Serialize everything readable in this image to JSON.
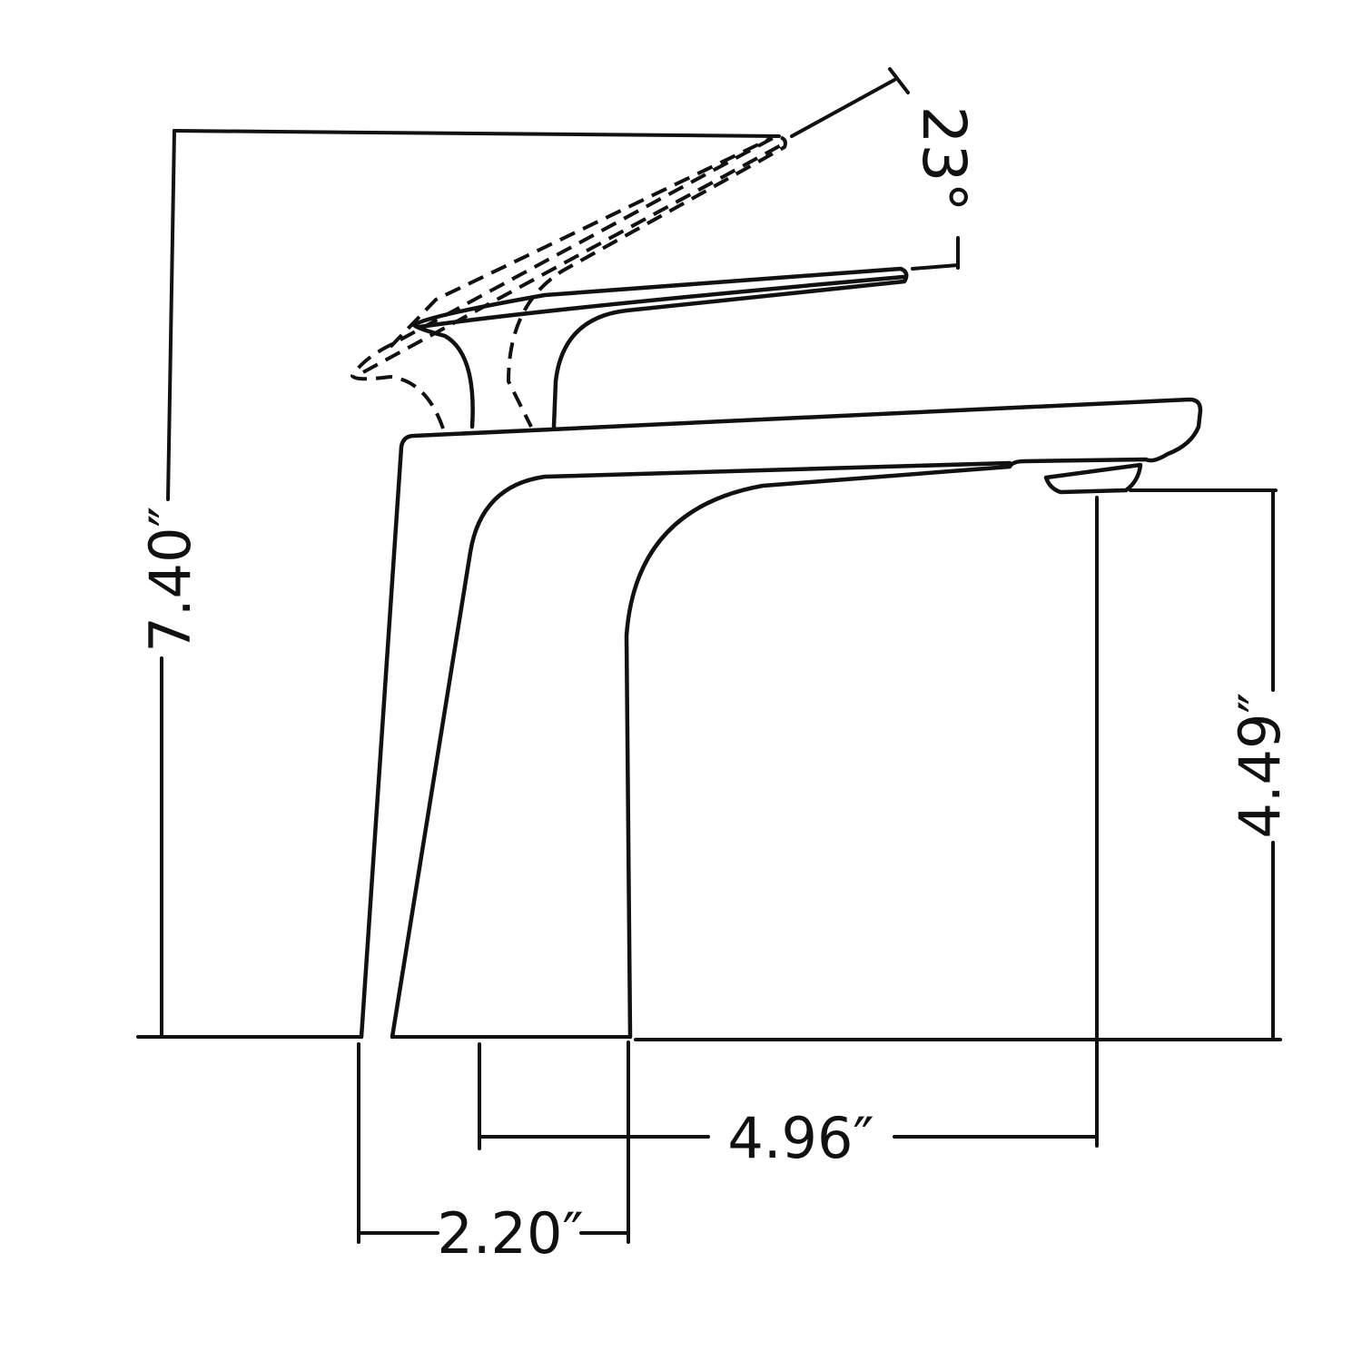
{
  "dimensions": {
    "overall_height": "7.40″",
    "spout_height": "4.49″",
    "spout_reach": "4.96″",
    "base_width": "2.20″",
    "handle_angle": "23°"
  },
  "colors": {
    "line": "#111111",
    "background": "#ffffff"
  }
}
